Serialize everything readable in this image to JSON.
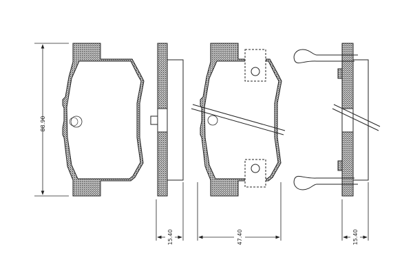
{
  "dimensions": {
    "height": "88.90",
    "thickness_left": "15.40",
    "width": "47.40",
    "thickness_right": "15.40"
  },
  "colors": {
    "line": "#222222",
    "hatch": "#8a8a8a",
    "background": "#ffffff"
  }
}
